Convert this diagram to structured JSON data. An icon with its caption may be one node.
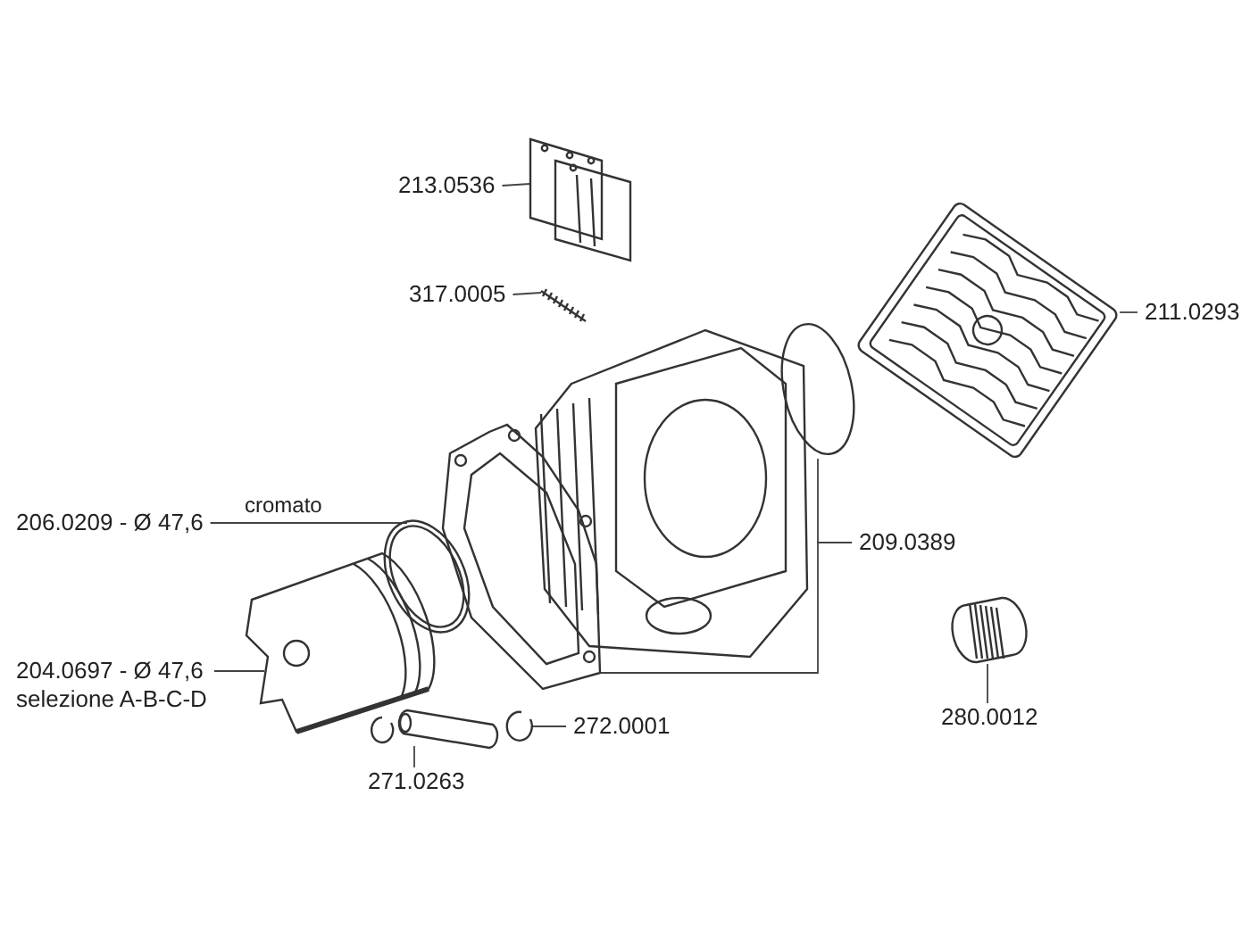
{
  "diagram": {
    "nodes": [
      {
        "text": [
          "213.0536"
        ]
      },
      {
        "text": [],
        "shape": "picture"
      },
      {
        "text": [
          "317.0005"
        ]
      },
      {
        "text": [],
        "shape": "picture"
      },
      {
        "text": [],
        "shape": "picture"
      },
      {
        "text": [
          "211.0293"
        ]
      },
      {
        "text": [],
        "shape": "circle"
      },
      {
        "text": [
          "206.0209 - Ø 47,6"
        ]
      },
      {
        "text": [],
        "shape": "picture"
      },
      {
        "text": [],
        "shape": "picture"
      },
      {
        "text": [
          "209.0389"
        ]
      },
      {
        "text": [
          "204.0697 - Ø 47,6",
          "selezione A-B-C-D"
        ]
      },
      {
        "text": [],
        "shape": "picture"
      },
      {
        "text": [],
        "shape": "picture"
      },
      {
        "text": [],
        "shape": "picture"
      },
      {
        "text": [],
        "shape": "picture"
      },
      {
        "text": [
          "272.0001"
        ]
      },
      {
        "text": [
          "271.0263"
        ]
      },
      {
        "text": [
          "280.0012"
        ]
      }
    ],
    "edges": [
      {
        "from": 0,
        "to": 1,
        "arrow": "none"
      },
      {
        "from": 2,
        "to": 3,
        "arrow": "none"
      },
      {
        "from": 5,
        "to": 4,
        "arrow": "none"
      },
      {
        "from": 7,
        "to": 8,
        "arrow": "none",
        "label": "cromato"
      },
      {
        "from": 10,
        "to": 6,
        "arrow": "none"
      },
      {
        "from": 10,
        "to": 9,
        "arrow": "none"
      },
      {
        "from": 11,
        "to": 12,
        "arrow": "none"
      },
      {
        "from": 16,
        "to": 14,
        "arrow": "none"
      },
      {
        "from": 17,
        "to": 15,
        "arrow": "none"
      },
      {
        "from": 18,
        "to": 13,
        "arrow": "none"
      }
    ]
  }
}
